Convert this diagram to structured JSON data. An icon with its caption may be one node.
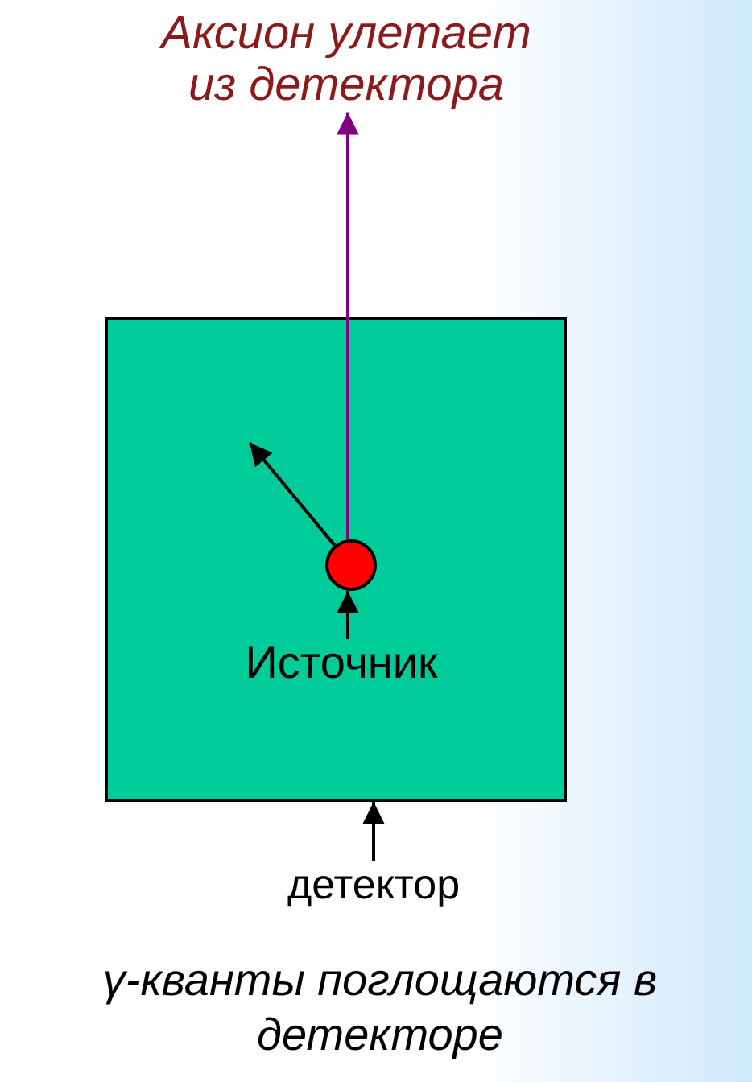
{
  "diagram": {
    "nodes": [
      {
        "text": [],
        "shape": "box"
      },
      {
        "text": [],
        "shape": "circle",
        "in": 0
      },
      {
        "text": [
          "Источник"
        ],
        "in": 0
      },
      {
        "text": [
          "детектор"
        ]
      },
      {
        "text": [
          "Аксион улетает из детектора"
        ]
      }
    ],
    "edges": [
      {
        "from": 1,
        "to": 4,
        "arrow": "to",
        "color": "#800080"
      },
      {
        "from": 1,
        "to": null,
        "arrow": "to"
      },
      {
        "from": 2,
        "to": 1,
        "arrow": "to"
      },
      {
        "from": 3,
        "to": 0,
        "arrow": "to"
      }
    ],
    "labels": [
      "γ-кванты поглощаются в детекторе"
    ]
  }
}
